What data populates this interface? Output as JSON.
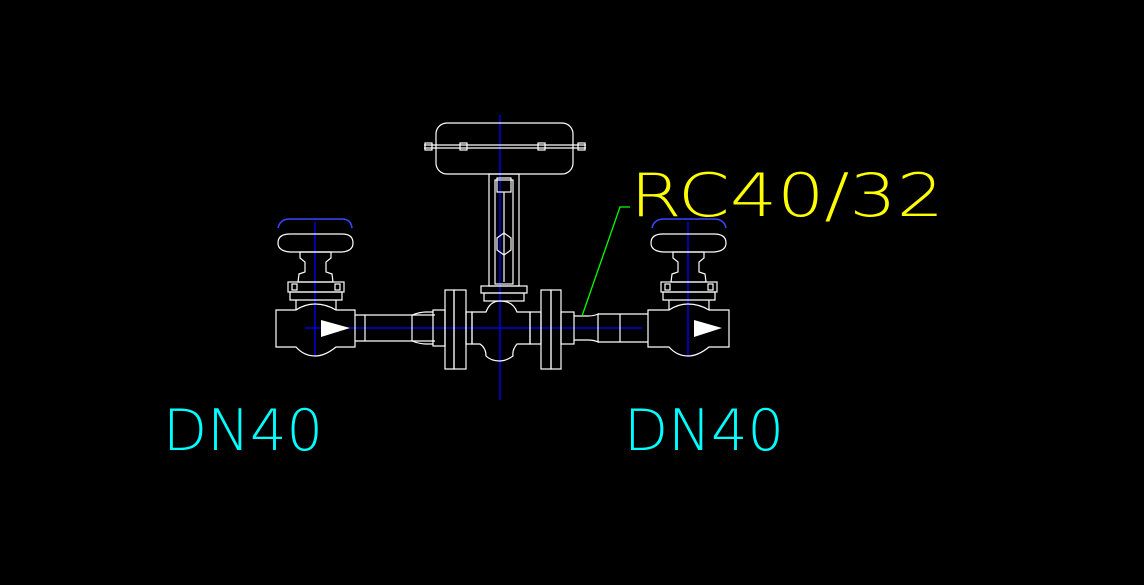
{
  "drawing": {
    "background": "#000000",
    "colors": {
      "outline": "#ffffff",
      "centerline": "#0000ff",
      "arc": "#3a46ff",
      "leader": "#00ff00",
      "dimension_text": "#00ffff",
      "callout_text": "#ffff00"
    },
    "labels": {
      "inlet_size": "DN40",
      "outlet_size": "DN40",
      "control_valve_tag": "RC40/32"
    }
  }
}
